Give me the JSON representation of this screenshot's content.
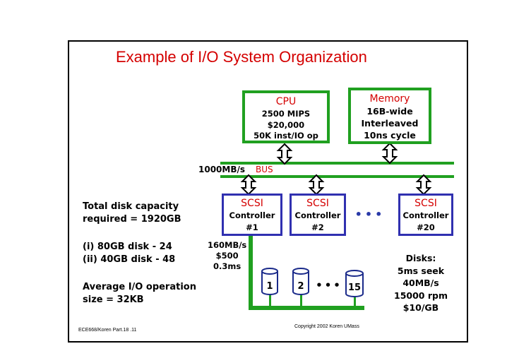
{
  "title": "Example of I/O System Organization",
  "cpu": {
    "name": "CPU",
    "l1": "2500 MIPS",
    "l2": "$20,000",
    "l3": "50K inst/IO op"
  },
  "memory": {
    "name": "Memory",
    "l1": "16B-wide",
    "l2": "Interleaved",
    "l3": "10ns cycle"
  },
  "bus": {
    "speed": "1000MB/s",
    "name": "BUS"
  },
  "controllers": [
    {
      "name": "SCSI",
      "label": "Controller",
      "num": "#1"
    },
    {
      "name": "SCSI",
      "label": "Controller",
      "num": "#2"
    },
    {
      "name": "SCSI",
      "label": "Controller",
      "num": "#20"
    }
  ],
  "scsi_bus": {
    "l1": "160MB/s",
    "l2": "$500",
    "l3": "0.3ms"
  },
  "disk_labels": [
    "1",
    "2",
    "15"
  ],
  "ellipsis": "•••",
  "capacity": {
    "l1": "Total disk capacity",
    "l2": "required = 1920GB"
  },
  "options": {
    "l1": "(i) 80GB disk - 24",
    "l2": "(ii) 40GB disk - 48"
  },
  "avg_io": {
    "l1": "Average I/O operation",
    "l2": "size = 32KB"
  },
  "disks": {
    "l1": "Disks:",
    "l2": "5ms seek",
    "l3": "40MB/s",
    "l4": "15000 rpm",
    "l5": "$10/GB"
  },
  "footer": {
    "left": "ECE668/Koren Part.18 .11",
    "center": "Copyright 2002 Koren UMass"
  },
  "colors": {
    "title": "#d40000",
    "green": "#20a020",
    "blue": "#3030b0"
  }
}
